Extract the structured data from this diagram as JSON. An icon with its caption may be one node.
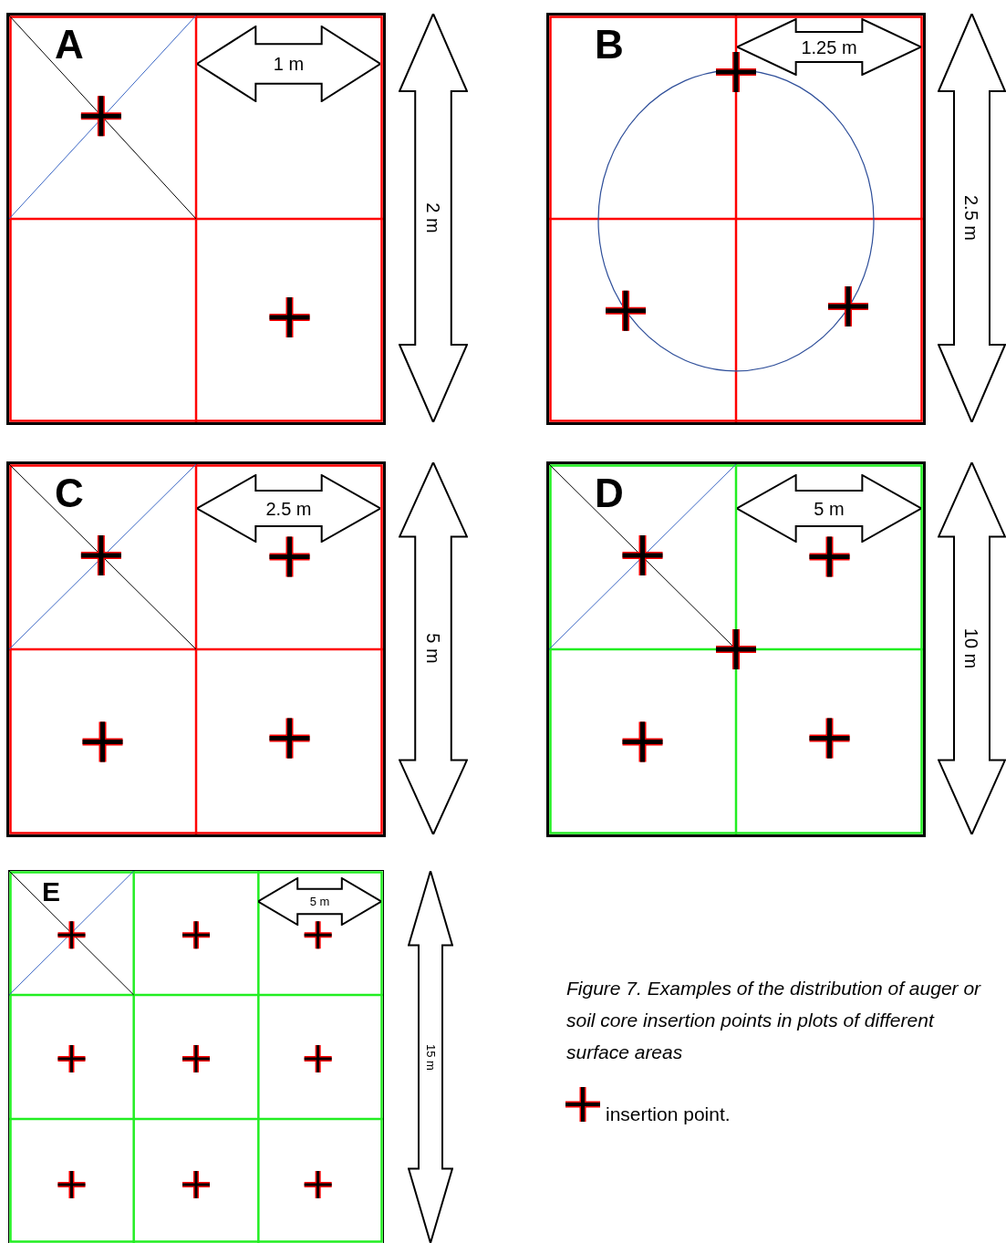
{
  "diagram": {
    "caption": "Figure 7. Examples of the distribution of auger or soil core insertion points in plots of different surface areas",
    "nodes": [
      {
        "text": [
          "A"
        ]
      },
      {
        "text": [
          "B"
        ]
      },
      {
        "text": [
          "C"
        ]
      },
      {
        "text": [
          "D"
        ]
      },
      {
        "text": [
          "E"
        ]
      }
    ],
    "labels": [
      "1 m",
      "2 m",
      "1.25 m",
      "2.5 m",
      "2.5 m",
      "5 m",
      "5 m",
      "10 m",
      "5 m",
      "15 m"
    ],
    "legend": [
      {
        "text": "insertion point."
      }
    ]
  }
}
